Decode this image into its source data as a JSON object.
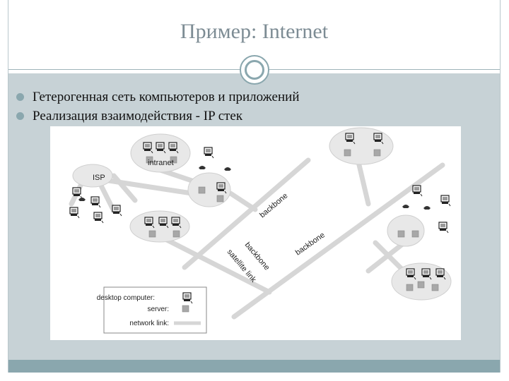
{
  "slide": {
    "title": "Пример: Internet",
    "bullets": [
      "Гетерогенная сеть компьютеров и приложений",
      "Реализация взаимодействия - IP стек"
    ]
  },
  "diagram": {
    "labels": {
      "intranet": "intranet",
      "isp": "ISP",
      "backbone_1": "backbone",
      "backbone_2": "backbone",
      "backbone_3": "backbone",
      "satellite": "satellite link"
    },
    "legend": {
      "desktop": "desktop computer:",
      "server": "server:",
      "link": "network link:"
    }
  },
  "colors": {
    "accent": "#8aa7ae",
    "body_band": "#c7d2d6",
    "title_text": "#7d8c94",
    "cloud": "#e6e6e6",
    "link": "#d9d9d9"
  }
}
